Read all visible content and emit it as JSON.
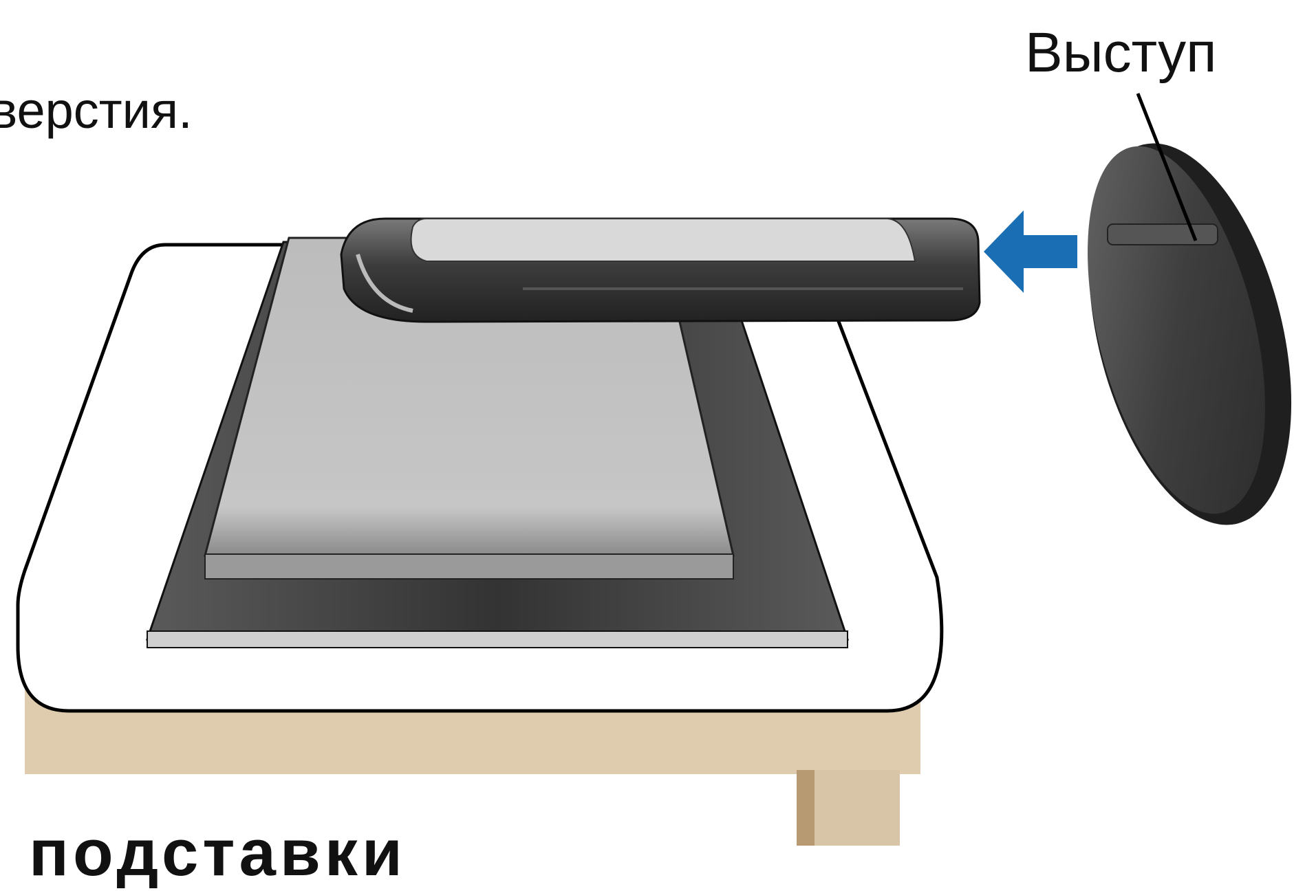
{
  "diagram": {
    "caption_top": "верстия.",
    "label_protrusion": "Выступ",
    "heading_bottom": "подставки",
    "colors": {
      "arrow": "#1a6fb4",
      "table": "#dfccaf",
      "table_leg": "#c9b08c",
      "stand_dark": "#3a3a3a",
      "stand_light": "#bdbdbd",
      "outline": "#000000"
    },
    "icons": [
      "arrow-left-icon"
    ]
  }
}
